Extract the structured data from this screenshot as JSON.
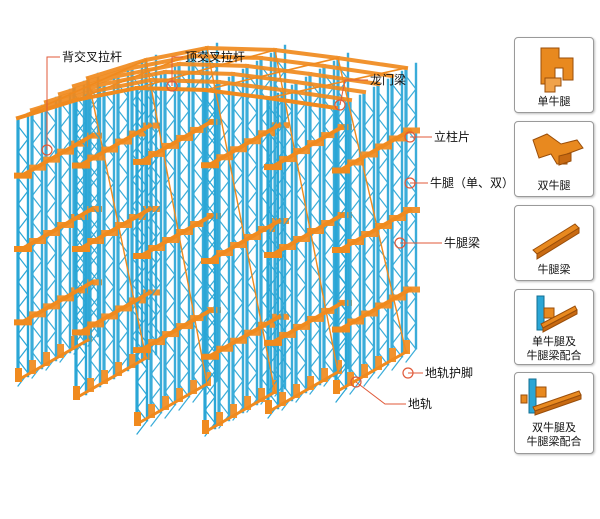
{
  "colors": {
    "upright": "#2aa6d6",
    "beam": "#f08a1e",
    "leader": "#e05a3a"
  },
  "labels": {
    "back_bracing": "背交叉拉杆",
    "top_bracing": "顶交叉拉杆",
    "gantry_beam": "龙门梁",
    "upright_frame": "立柱片",
    "corbel": "牛腿（单、双）",
    "corbel_beam": "牛腿梁",
    "rail_guard": "地轨护脚",
    "floor_rail": "地轨"
  },
  "legend": [
    {
      "label": "单牛腿",
      "icon": "single-corbel-icon"
    },
    {
      "label": "双牛腿",
      "icon": "double-corbel-icon"
    },
    {
      "label": "牛腿梁",
      "icon": "corbel-beam-icon"
    },
    {
      "label": "单牛腿及\n牛腿梁配合",
      "icon": "single-corbel-with-beam-icon"
    },
    {
      "label": "双牛腿及\n牛腿梁配合",
      "icon": "double-corbel-with-beam-icon"
    }
  ]
}
